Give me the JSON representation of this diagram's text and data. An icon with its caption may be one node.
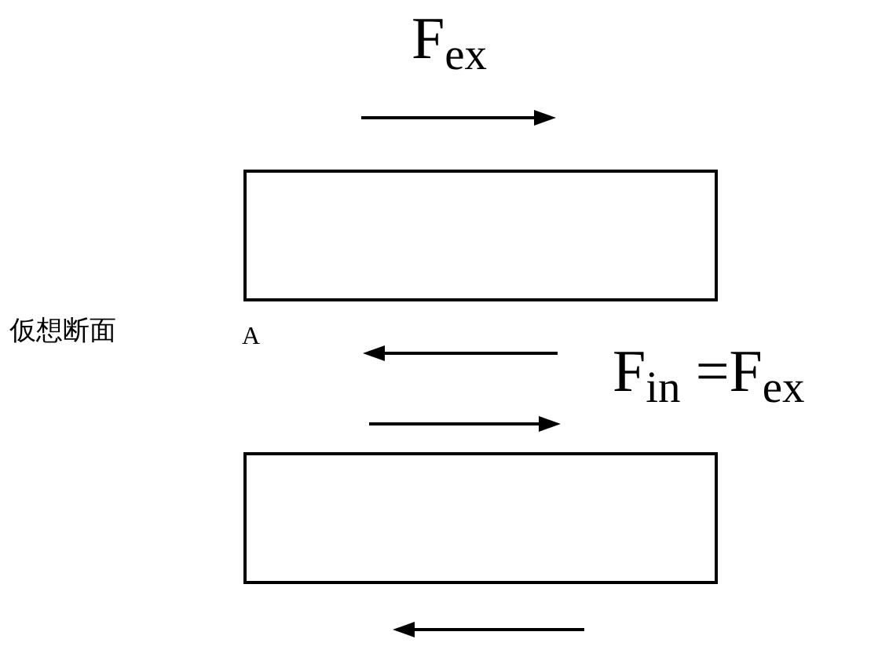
{
  "diagram": {
    "nodes": [
      {
        "text": [],
        "shape": "box"
      },
      {
        "text": [],
        "shape": "box"
      }
    ],
    "labels": [
      "F$_{ex}$",
      "仮想断面",
      "A",
      "F$_{in}$ =F$_{ex}$"
    ]
  }
}
